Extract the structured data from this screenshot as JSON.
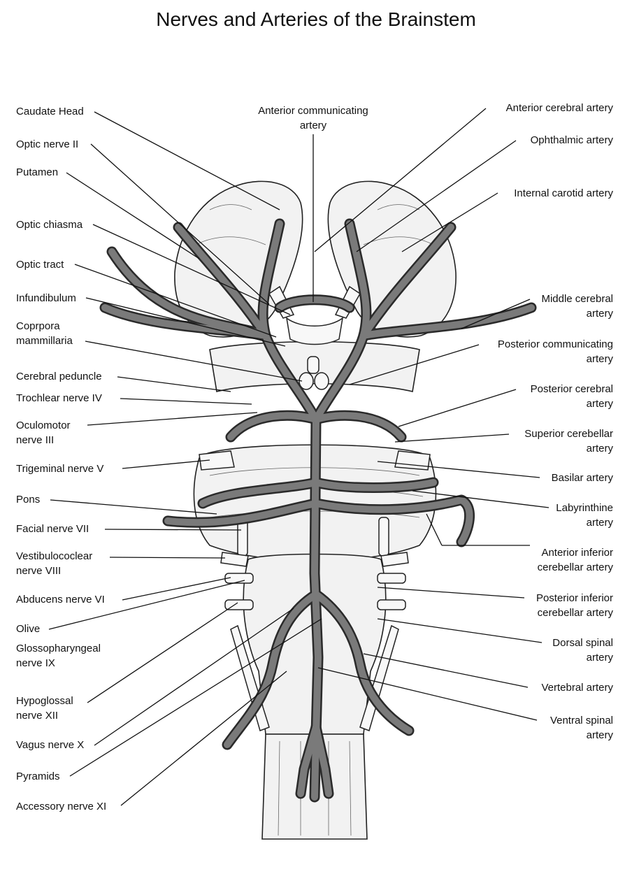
{
  "title": "Nerves and Arteries of the Brainstem",
  "labels": {
    "caudate_head": "Caudate Head",
    "optic_nerve_ii": "Optic nerve II",
    "putamen": "Putamen",
    "optic_chiasma": "Optic chiasma",
    "optic_tract": "Optic tract",
    "infundibulum": "Infundibulum",
    "corpora_mammillaria": "Coprpora\nmammillaria",
    "cerebral_peduncle": "Cerebral peduncle",
    "trochlear_nerve": "Trochlear nerve IV",
    "oculomotor_nerve": "Oculomotor\nnerve III",
    "trigeminal_nerve": "Trigeminal nerve V",
    "pons": "Pons",
    "facial_nerve": "Facial nerve VII",
    "vestibulocochlear_nerve": "Vestibulococlear\nnerve VIII",
    "abducens_nerve": "Abducens nerve VI",
    "olive": "Olive",
    "glossopharyngeal_nerve": "Glossopharyngeal\nnerve IX",
    "hypoglossal_nerve": "Hypoglossal\nnerve XII",
    "vagus_nerve": "Vagus nerve X",
    "pyramids": "Pyramids",
    "accessory_nerve": "Accessory nerve XI",
    "anterior_communicating_artery": "Anterior communicating\nartery",
    "anterior_cerebral_artery": "Anterior cerebral artery",
    "ophthalmic_artery": "Ophthalmic artery",
    "internal_carotid_artery": "Internal carotid artery",
    "middle_cerebral_artery": "Middle cerebral\nartery",
    "posterior_communicating_artery": "Posterior communicating\nartery",
    "posterior_cerebral_artery": "Posterior cerebral\nartery",
    "superior_cerebellar_artery": "Superior cerebellar\nartery",
    "basilar_artery": "Basilar artery",
    "labyrinthine_artery": "Labyrinthine\nartery",
    "anterior_inferior_cerebellar_artery": "Anterior inferior\ncerebellar artery",
    "posterior_inferior_cerebellar_artery": "Posterior inferior\ncerebellar artery",
    "dorsal_spinal_artery": "Dorsal spinal\nartery",
    "vertebral_artery": "Vertebral artery",
    "ventral_spinal_artery": "Ventral spinal\nartery"
  },
  "colors": {
    "artery": "#7a7a7a",
    "artery_outline": "#2a2a2a",
    "tissue": "#f2f2f2",
    "ink": "#111111"
  }
}
